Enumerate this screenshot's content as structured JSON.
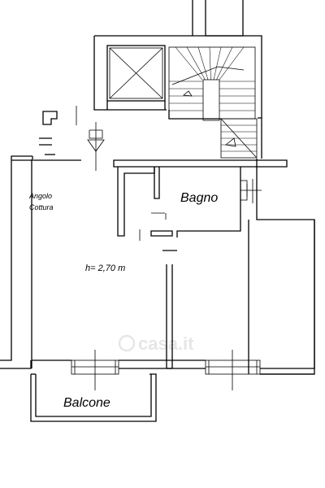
{
  "plan": {
    "labels": {
      "bathroom": "Bagno",
      "balcony": "Balcone",
      "kitchen_corner_line1": "Angolo",
      "kitchen_corner_line2": "Cottura",
      "ceiling_height": "h= 2,70 m"
    },
    "watermark": "casa.it",
    "colors": {
      "lines": "#000000",
      "background": "#ffffff",
      "watermark": "#e6e6e6"
    }
  }
}
